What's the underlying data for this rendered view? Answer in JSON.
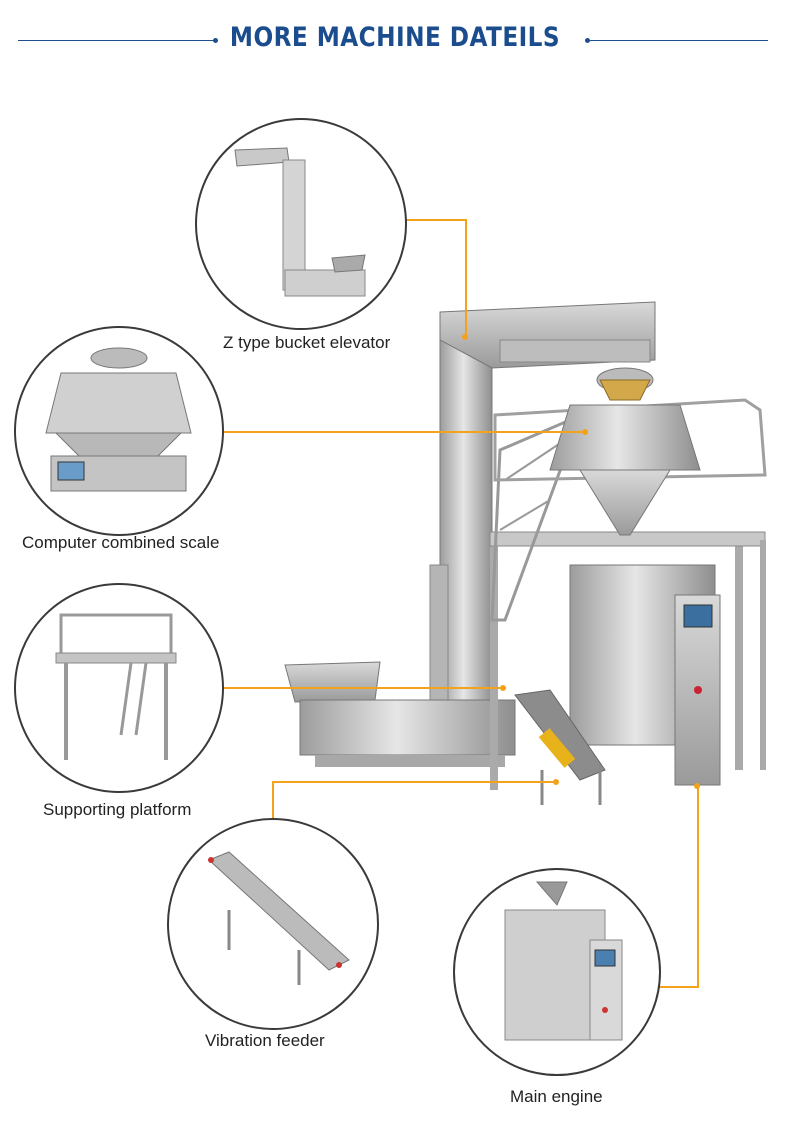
{
  "header": {
    "title": "MORE MACHINE DATEILS"
  },
  "components": [
    {
      "label": "Z type bucket elevator",
      "icon": "bucket-elevator-icon"
    },
    {
      "label": "Computer combined scale",
      "icon": "combined-scale-icon"
    },
    {
      "label": "Supporting platform",
      "icon": "platform-icon"
    },
    {
      "label": "Vibration feeder",
      "icon": "vibration-feeder-icon"
    },
    {
      "label": "Main engine",
      "icon": "main-engine-icon"
    }
  ],
  "colors": {
    "title": "#1a4c8e",
    "connector": "#f2a31b",
    "circle_border": "#3a3a3a"
  }
}
